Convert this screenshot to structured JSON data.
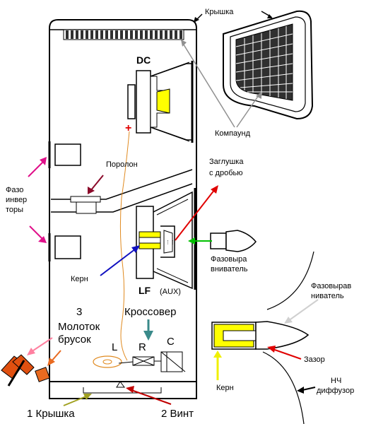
{
  "labels": {
    "lid_top": "Крышка",
    "compound": "Компаунд",
    "dc": "DC",
    "plus": "+",
    "foam": "Поролон",
    "phase_inverters_1": "Фазо",
    "phase_inverters_2": "инвер",
    "phase_inverters_3": "торы",
    "plug_1": "Заглушка",
    "plug_2": "с  дробью",
    "phase_plug_1": "Фазовыра",
    "phase_plug_2": "вниватель",
    "core": "Керн",
    "lf": "LF",
    "aux": "(AUX)",
    "crossover": "Кроссовер",
    "step3": "3",
    "hammer": "Молоток",
    "block": "брусок",
    "coil_l": "L",
    "resistor_r": "R",
    "cap_c": "C",
    "lid_bottom": "1 Крышка",
    "screw": "2  Винт",
    "detail_phase_1": "Фазовырав",
    "detail_phase_2": "ниватель",
    "gap": "Зазор",
    "detail_core": "Керн",
    "lf_cone_1": "НЧ",
    "lf_cone_2": "диффузор"
  },
  "colors": {
    "magnet_yellow": "#ffff00",
    "arrow_magenta": "#e0108a",
    "arrow_maroon": "#8b0a2a",
    "arrow_red": "#e00000",
    "arrow_blue": "#1010c0",
    "arrow_green": "#00c000",
    "arrow_teal": "#3a8a8a",
    "arrow_pink": "#ff80a0",
    "arrow_olive": "#a0a020",
    "arrow_yellow": "#f0f000",
    "arrow_grey": "#909090",
    "wire_orange": "#e08a20",
    "hammer_red": "#e05010",
    "block_orange": "#e86a20",
    "grille_dark": "#303030"
  }
}
